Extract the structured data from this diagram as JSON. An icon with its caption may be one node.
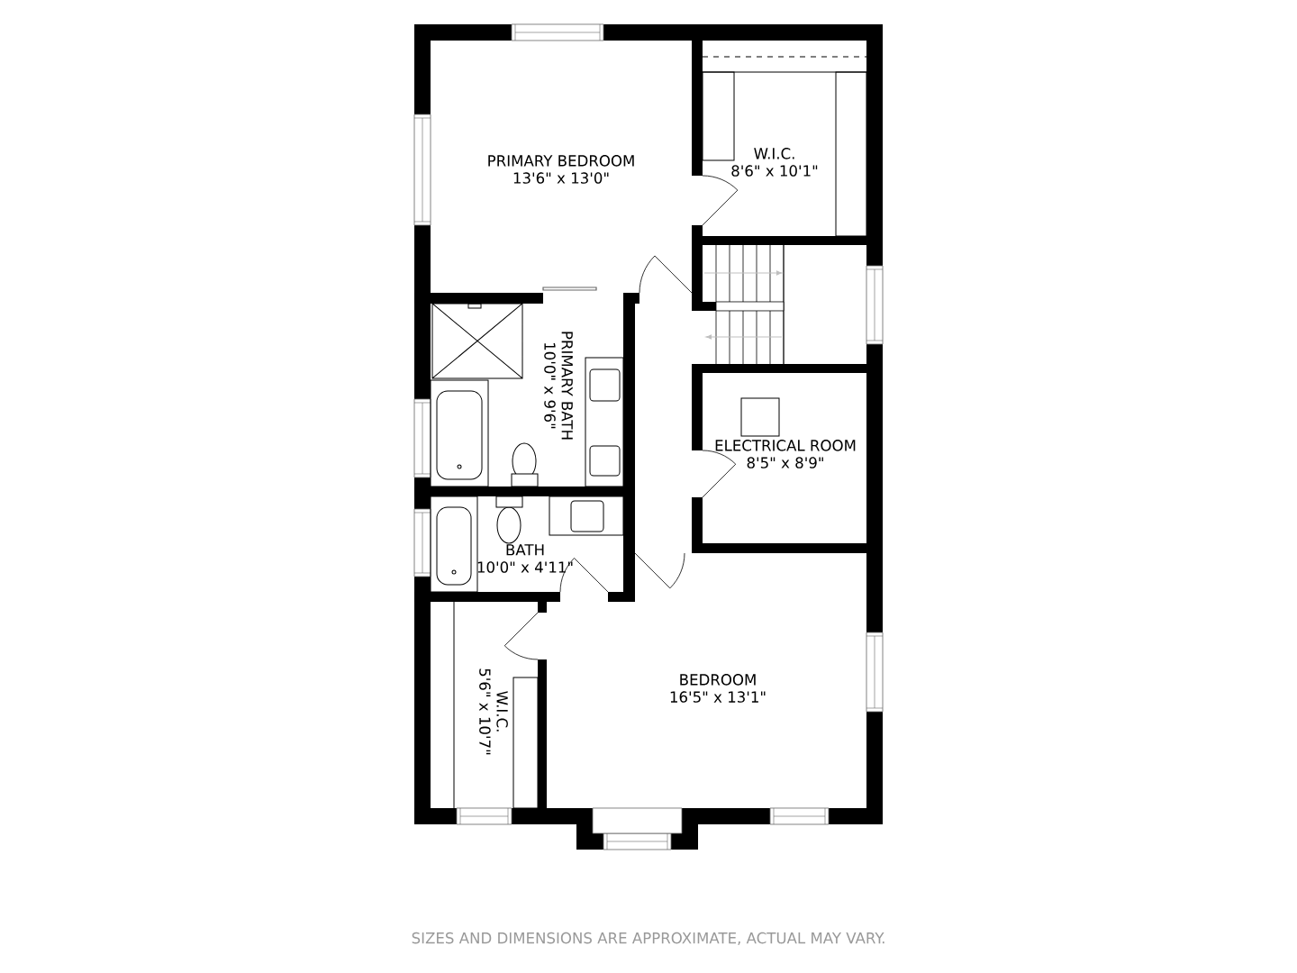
{
  "diagram": {
    "caption": "SIZES AND DIMENSIONS ARE APPROXIMATE, ACTUAL MAY VARY.",
    "nodes": [
      {
        "text": [
          "PRIMARY BEDROOM",
          "13'6\" x 13'0\""
        ]
      },
      {
        "text": [
          "W.I.C.",
          "8'6\" x 10'1\""
        ]
      },
      {
        "text": [
          "PRIMARY BATH",
          "10'0\" x 9'6\""
        ]
      },
      {
        "text": [
          "ELECTRICAL ROOM",
          "8'5\" x 8'9\""
        ]
      },
      {
        "text": [
          "BATH",
          "10'0\" x 4'11\""
        ]
      },
      {
        "text": [
          "W.I.C.",
          "5'6\" x 10'7\""
        ]
      },
      {
        "text": [
          "BEDROOM",
          "16'5\" x 13'1\""
        ]
      }
    ]
  }
}
